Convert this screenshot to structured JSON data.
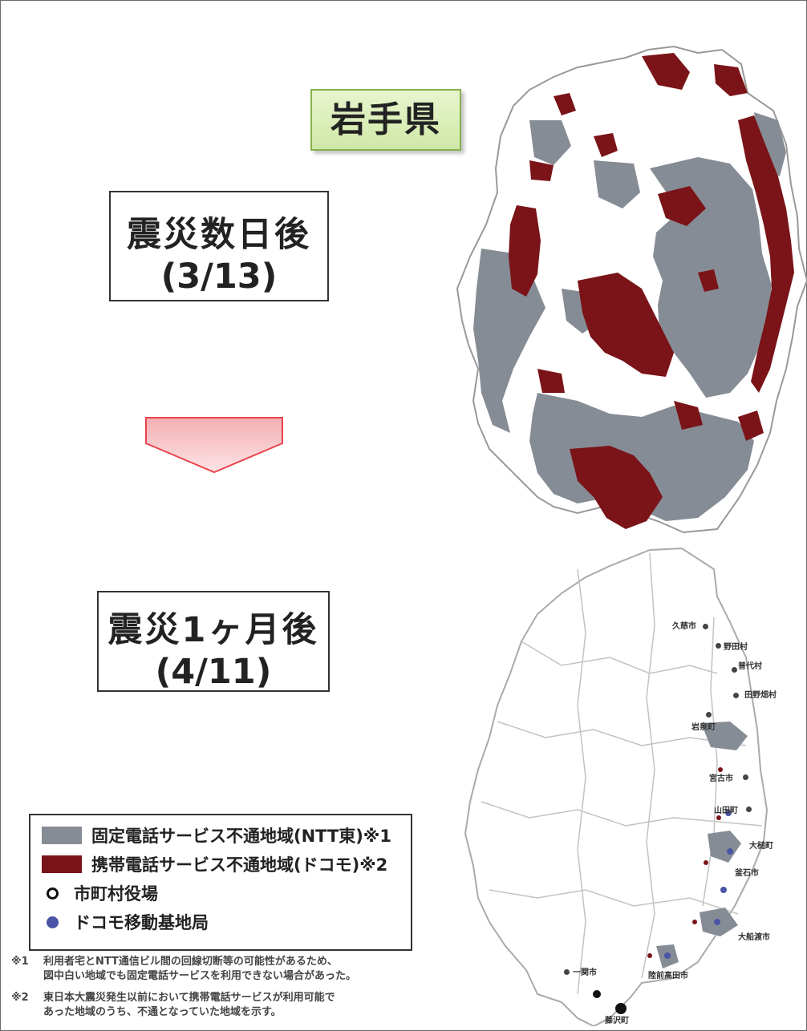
{
  "title": "岩手県",
  "phases": [
    {
      "line1": "震災数日後",
      "line2": "(3/13)"
    },
    {
      "line1": "震災1ヶ月後",
      "line2": "(4/11)"
    }
  ],
  "legend": {
    "items": [
      {
        "label": "固定電話サービス不通地域(NTT東)※1",
        "color": "#868c95"
      },
      {
        "label": "携帯電話サービス不通地域(ドコモ)※2",
        "color": "#7a1418"
      },
      {
        "label": "市町村役場"
      },
      {
        "label": "ドコモ移動基地局",
        "color": "#4b55a6"
      }
    ]
  },
  "notes": [
    {
      "mark": "※1",
      "line1": "利用者宅とNTT通信ビル間の回線切断等の可能性があるため、",
      "line2": "図中白い地域でも固定電話サービスを利用できない場合があった。"
    },
    {
      "mark": "※2",
      "line1": "東日本大震災発生以前において携帯電話サービスが利用可能で",
      "line2": "あった地域のうち、不通となっていた地域を示す。"
    }
  ],
  "map_after": {
    "places": [
      "久慈市",
      "野田村",
      "普代村",
      "田野畑村",
      "岩泉町",
      "宮古市",
      "山田町",
      "大槌町",
      "釜石市",
      "大船渡市",
      "陸前高田市",
      "一関市",
      "藤沢町"
    ]
  },
  "colors": {
    "fixed_outage": "#868c95",
    "mobile_outage": "#7a1418",
    "base_station": "#4b55a6",
    "title_bg": "#d8eeb6",
    "arrow": "#e8434c"
  }
}
